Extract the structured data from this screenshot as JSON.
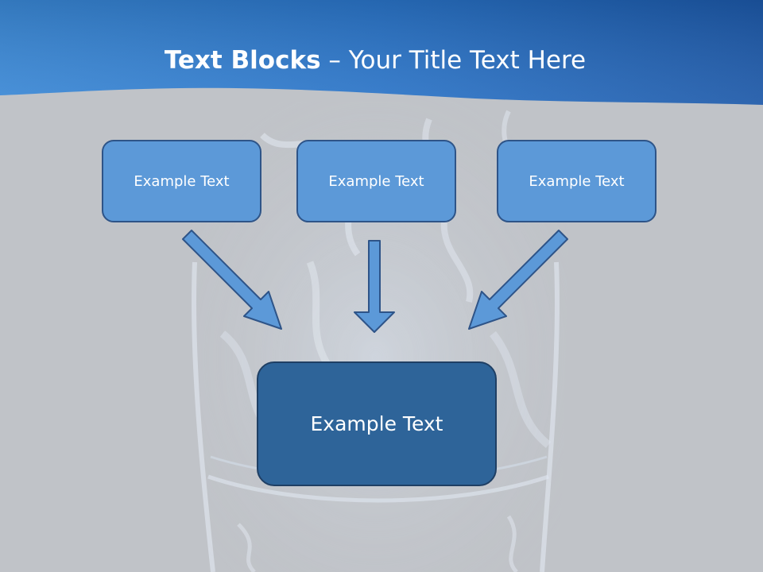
{
  "slide": {
    "title_bold": "Text Blocks",
    "title_dash": " – ",
    "title_rest": "Your Title Text Here"
  },
  "blocks": {
    "top": [
      "Example Text",
      "Example Text",
      "Example Text"
    ],
    "bottom": "Example Text"
  },
  "colors": {
    "header_blue": "#1f63b4",
    "background": "#c0c3c8",
    "small_box": "#5c99d8",
    "big_box": "#2e6499",
    "arrow_fill": "#5c99d8",
    "border": "#2e5488"
  },
  "icons": [
    "arrow-down-right-icon",
    "arrow-down-icon",
    "arrow-down-left-icon"
  ]
}
